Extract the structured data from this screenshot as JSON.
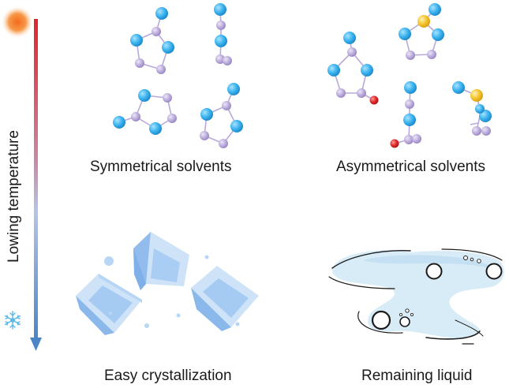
{
  "axis": {
    "label": "Lowing temperature",
    "top_color": "#e0242b",
    "bottom_color": "#4a86c6",
    "top_icon": "sun-icon",
    "bottom_icon": "snowflake-icon"
  },
  "panels": {
    "symmetrical": {
      "caption": "Symmetrical solvents"
    },
    "asymmetrical": {
      "caption": "Asymmetrical solvents"
    },
    "crystallization": {
      "caption": "Easy crystallization"
    },
    "liquid": {
      "caption": "Remaining liquid"
    }
  },
  "colors": {
    "atom_blue": "#3bb3ee",
    "atom_lavender": "#b9a9da",
    "atom_yellow": "#f3c52e",
    "atom_red": "#e02a2a",
    "crystal": "#a9cdf3",
    "liquid": "#d8ecf7"
  }
}
